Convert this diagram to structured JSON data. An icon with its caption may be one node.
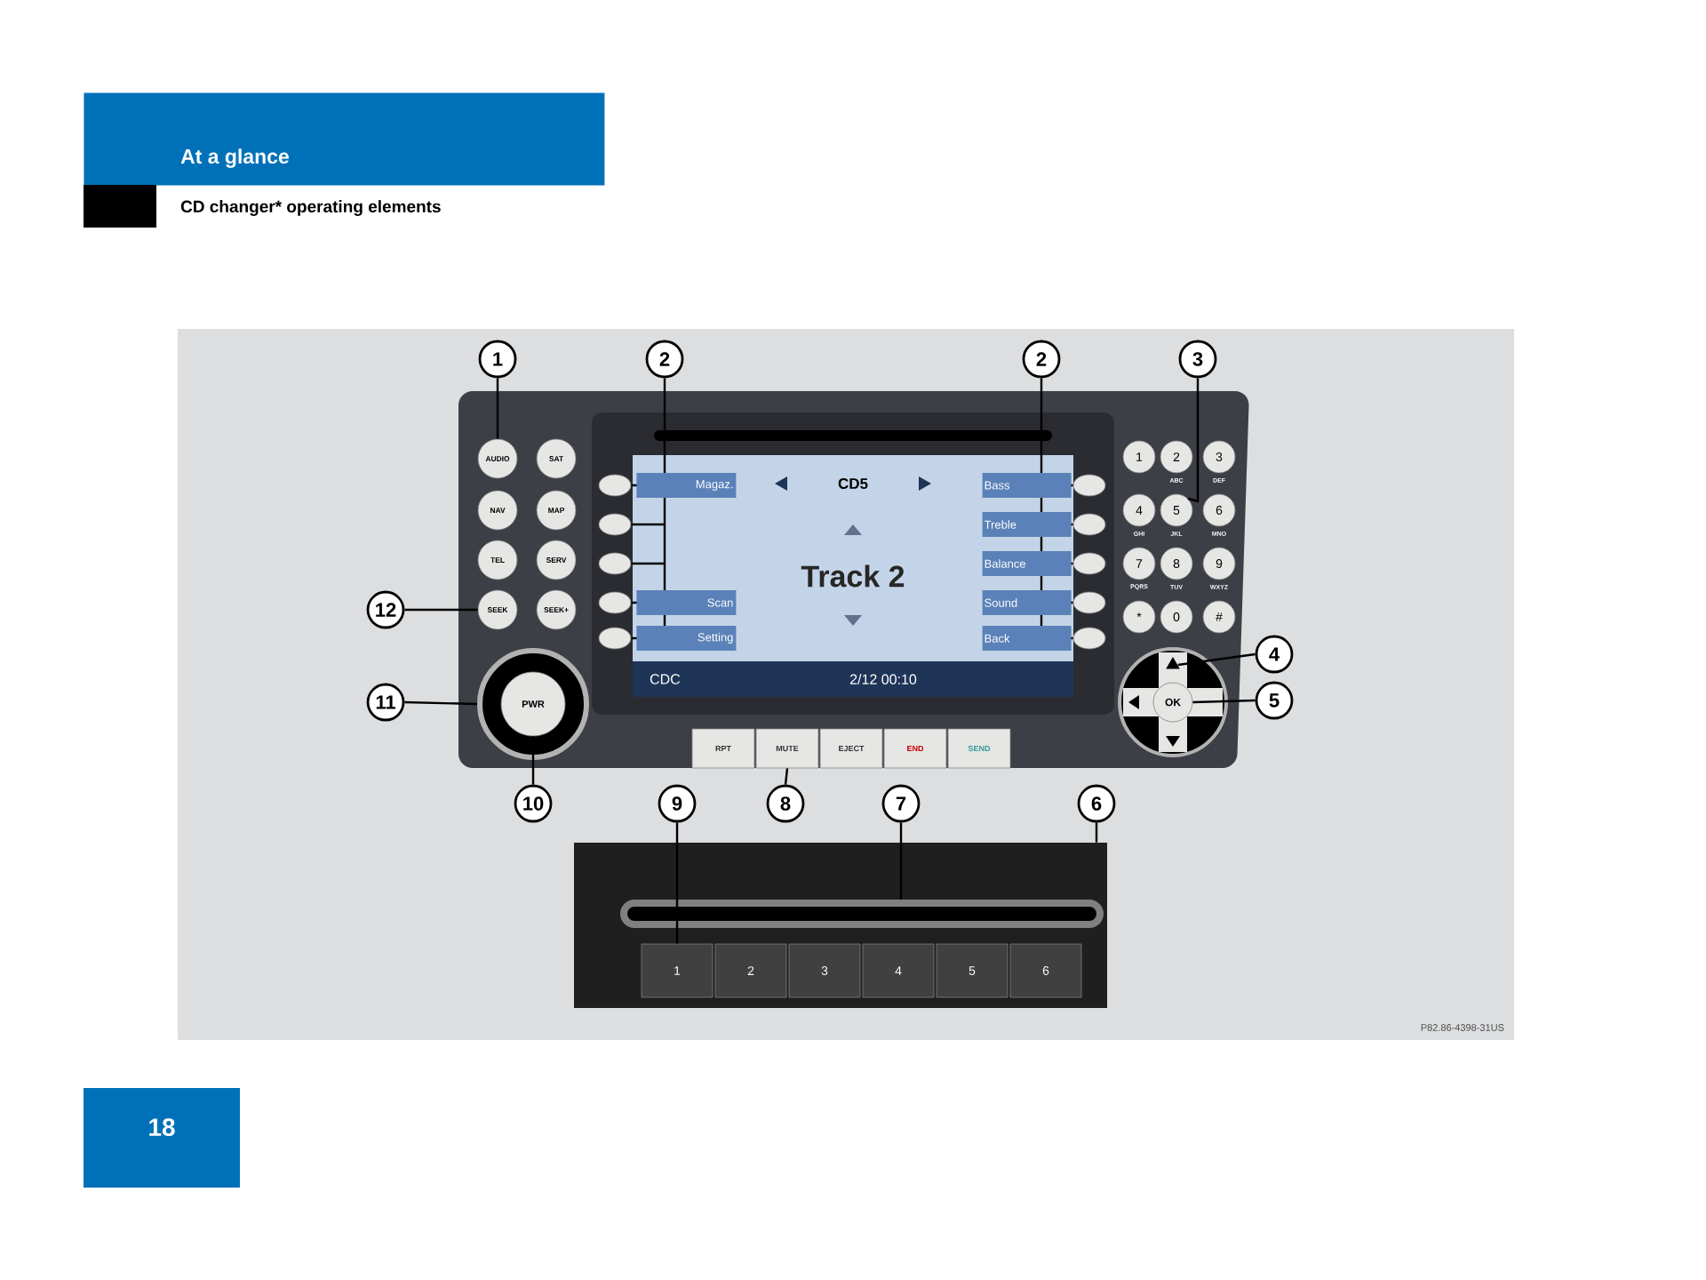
{
  "diagram": {
    "title": "At a glance",
    "nodes": [
      {
        "text": [
          "1"
        ]
      },
      {
        "text": [
          "2"
        ]
      },
      {
        "text": [
          "2"
        ]
      },
      {
        "text": [
          "3"
        ]
      },
      {
        "text": [
          "12"
        ]
      },
      {
        "text": [
          "4"
        ]
      },
      {
        "text": [
          "11"
        ]
      },
      {
        "text": [
          "5"
        ]
      },
      {
        "text": [
          "10"
        ]
      },
      {
        "text": [
          "9"
        ]
      },
      {
        "text": [
          "8"
        ]
      },
      {
        "text": [
          "7"
        ]
      },
      {
        "text": [
          "6"
        ]
      },
      {
        "text": [
          "AUDIO"
        ]
      },
      {
        "text": [],
        "shape": "ellipse"
      },
      {
        "text": [],
        "shape": "ellipse"
      },
      {
        "text": [],
        "shape": "ellipse"
      },
      {
        "text": [],
        "shape": "ellipse"
      },
      {
        "text": [],
        "shape": "ellipse"
      },
      {
        "text": [],
        "shape": "ellipse"
      },
      {
        "text": [],
        "shape": "ellipse"
      },
      {
        "text": [],
        "shape": "ellipse"
      },
      {
        "text": [],
        "shape": "ellipse"
      },
      {
        "text": [],
        "shape": "ellipse"
      },
      {
        "text": [
          "5"
        ],
        "beside": [
          "JKL"
        ]
      },
      {
        "text": [
          "SEEK"
        ]
      },
      {
        "text": [],
        "shape": "triangle"
      },
      {
        "text": [],
        "shape": "circle"
      },
      {
        "text": [
          "PWR"
        ],
        "in": 27
      },
      {
        "text": [
          "OK"
        ]
      },
      {
        "text": [
          "MUTE"
        ]
      },
      {
        "text": [],
        "shape": "box"
      },
      {
        "text": [],
        "shape": "box",
        "in": 31
      },
      {
        "text": [
          "1"
        ],
        "in": 31
      },
      {
        "text": [
          "SAT"
        ]
      },
      {
        "text": [
          "NAV"
        ]
      },
      {
        "text": [
          "MAP"
        ]
      },
      {
        "text": [
          "TEL"
        ]
      },
      {
        "text": [
          "SERV"
        ]
      },
      {
        "text": [
          "SEEK+"
        ]
      },
      {
        "text": [
          "RPT"
        ]
      },
      {
        "text": [
          "EJECT"
        ]
      },
      {
        "text": [
          "END"
        ]
      },
      {
        "text": [
          "SEND"
        ]
      },
      {
        "text": [
          "2"
        ],
        "in": 31
      },
      {
        "text": [
          "3"
        ],
        "in": 31
      },
      {
        "text": [
          "4"
        ],
        "in": 31
      },
      {
        "text": [
          "5"
        ],
        "in": 31
      },
      {
        "text": [
          "6"
        ],
        "in": 31
      },
      {
        "text": [
          "1"
        ]
      },
      {
        "text": [
          "2"
        ],
        "beside": [
          "ABC"
        ]
      },
      {
        "text": [
          "3"
        ],
        "beside": [
          "DEF"
        ]
      },
      {
        "text": [
          "4"
        ],
        "beside": [
          "GHI"
        ]
      },
      {
        "text": [
          "6"
        ],
        "beside": [
          "MNO"
        ]
      },
      {
        "text": [
          "7"
        ],
        "beside": [
          "PQRS"
        ]
      },
      {
        "text": [
          "8"
        ],
        "beside": [
          "TUV"
        ]
      },
      {
        "text": [
          "9"
        ],
        "beside": [
          "WXYZ"
        ]
      },
      {
        "text": [
          "*"
        ]
      },
      {
        "text": [
          "0"
        ]
      },
      {
        "text": [
          "#"
        ]
      }
    ],
    "edges": [
      {
        "from": 0,
        "to": 13,
        "arrow": "none"
      },
      {
        "from": 1,
        "to": 14,
        "arrow": "none"
      },
      {
        "from": 1,
        "to": 15,
        "arrow": "none"
      },
      {
        "from": 1,
        "to": 16,
        "arrow": "none"
      },
      {
        "from": 1,
        "to": 17,
        "arrow": "none"
      },
      {
        "from": 1,
        "to": 18,
        "arrow": "none"
      },
      {
        "from": 2,
        "to": 19,
        "arrow": "none"
      },
      {
        "from": 2,
        "to": 20,
        "arrow": "none"
      },
      {
        "from": 2,
        "to": 21,
        "arrow": "none"
      },
      {
        "from": 2,
        "to": 22,
        "arrow": "none"
      },
      {
        "from": 2,
        "to": 23,
        "arrow": "none"
      },
      {
        "from": 3,
        "to": 24,
        "arrow": "none"
      },
      {
        "from": 4,
        "to": 25,
        "arrow": "none"
      },
      {
        "from": 5,
        "to": 26,
        "arrow": "none"
      },
      {
        "from": 6,
        "to": 27,
        "arrow": "none"
      },
      {
        "from": 7,
        "to": 29,
        "arrow": "none"
      },
      {
        "from": 8,
        "to": 28,
        "arrow": "none"
      },
      {
        "from": 9,
        "to": 33,
        "arrow": "none"
      },
      {
        "from": 10,
        "to": 30,
        "arrow": "none"
      },
      {
        "from": 11,
        "to": 32,
        "arrow": "none"
      },
      {
        "from": 12,
        "to": 31,
        "arrow": "none"
      }
    ],
    "labels": [
      "CD changer* operating elements",
      "Magaz.",
      "CD5",
      "Bass",
      "Treble",
      "Track 2",
      "Balance",
      "Scan",
      "Sound",
      "Setting",
      "Back",
      "CDC",
      "2/12 00:10",
      "P82.86-4398-31US",
      "18"
    ]
  }
}
